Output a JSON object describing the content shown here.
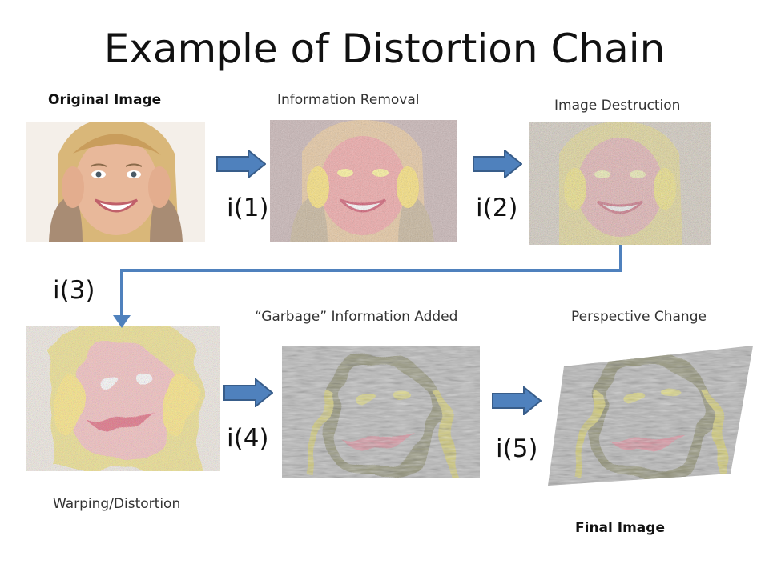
{
  "title": "Example of Distortion Chain",
  "stages": {
    "original": "Original Image",
    "info_removal": "Information Removal",
    "destruction": "Image Destruction",
    "warping": "Warping/Distortion",
    "garbage": "“Garbage” Information Added",
    "perspective": "Perspective Change",
    "final": "Final Image"
  },
  "steps": {
    "s1": "i(1)",
    "s2": "i(2)",
    "s3": "i(3)",
    "s4": "i(4)",
    "s5": "i(5)"
  },
  "colors": {
    "arrow_fill": "#4f81bd",
    "arrow_stroke": "#385d8a",
    "skin": "#e8b89a",
    "hair": "#d9b779",
    "sweater": "#a88c74",
    "pink": "#e88aa0",
    "yellow": "#f2ea5a",
    "gray": "#9a9a9a"
  }
}
